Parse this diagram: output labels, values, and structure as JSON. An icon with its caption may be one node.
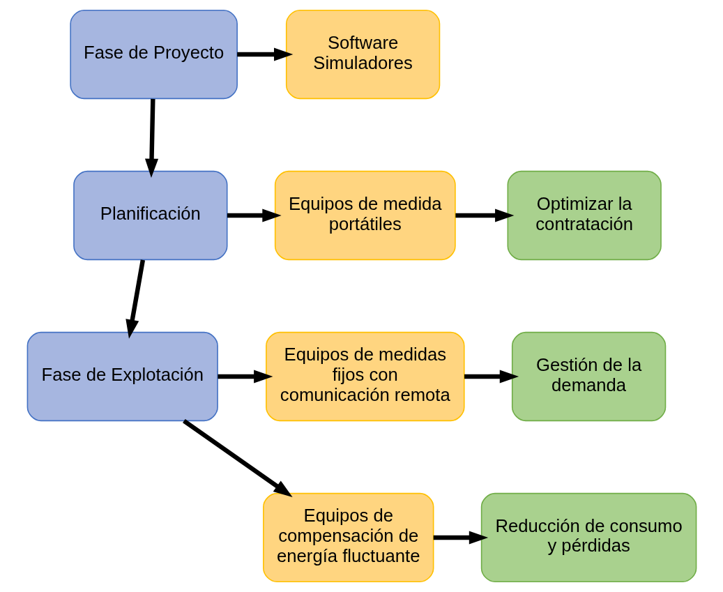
{
  "diagram": {
    "nodes": [
      {
        "text": [
          "Fase de Proyecto"
        ]
      },
      {
        "text": [
          "Software",
          "Simuladores"
        ]
      },
      {
        "text": [
          "Planificación"
        ]
      },
      {
        "text": [
          "Equipos de medida portátiles"
        ]
      },
      {
        "text": [
          "Optimizar la contratación"
        ]
      },
      {
        "text": [
          "Fase de Explotación"
        ]
      },
      {
        "text": [
          "Equipos de medidas fijos con comunicación remota"
        ]
      },
      {
        "text": [
          "Gestión de la demanda"
        ]
      },
      {
        "text": [
          "Equipos de compensación de energía fluctuante"
        ]
      },
      {
        "text": [
          "Reducción de consumo y pérdidas"
        ]
      }
    ],
    "edges": [
      {
        "from": 0,
        "to": 1,
        "arrow": "to"
      },
      {
        "from": 0,
        "to": 2,
        "arrow": "to"
      },
      {
        "from": 2,
        "to": 3,
        "arrow": "to"
      },
      {
        "from": 3,
        "to": 4,
        "arrow": "to"
      },
      {
        "from": 2,
        "to": 5,
        "arrow": "to"
      },
      {
        "from": 5,
        "to": 6,
        "arrow": "to"
      },
      {
        "from": 6,
        "to": 7,
        "arrow": "to"
      },
      {
        "from": 5,
        "to": 8,
        "arrow": "to"
      },
      {
        "from": 8,
        "to": 9,
        "arrow": "to"
      }
    ]
  }
}
